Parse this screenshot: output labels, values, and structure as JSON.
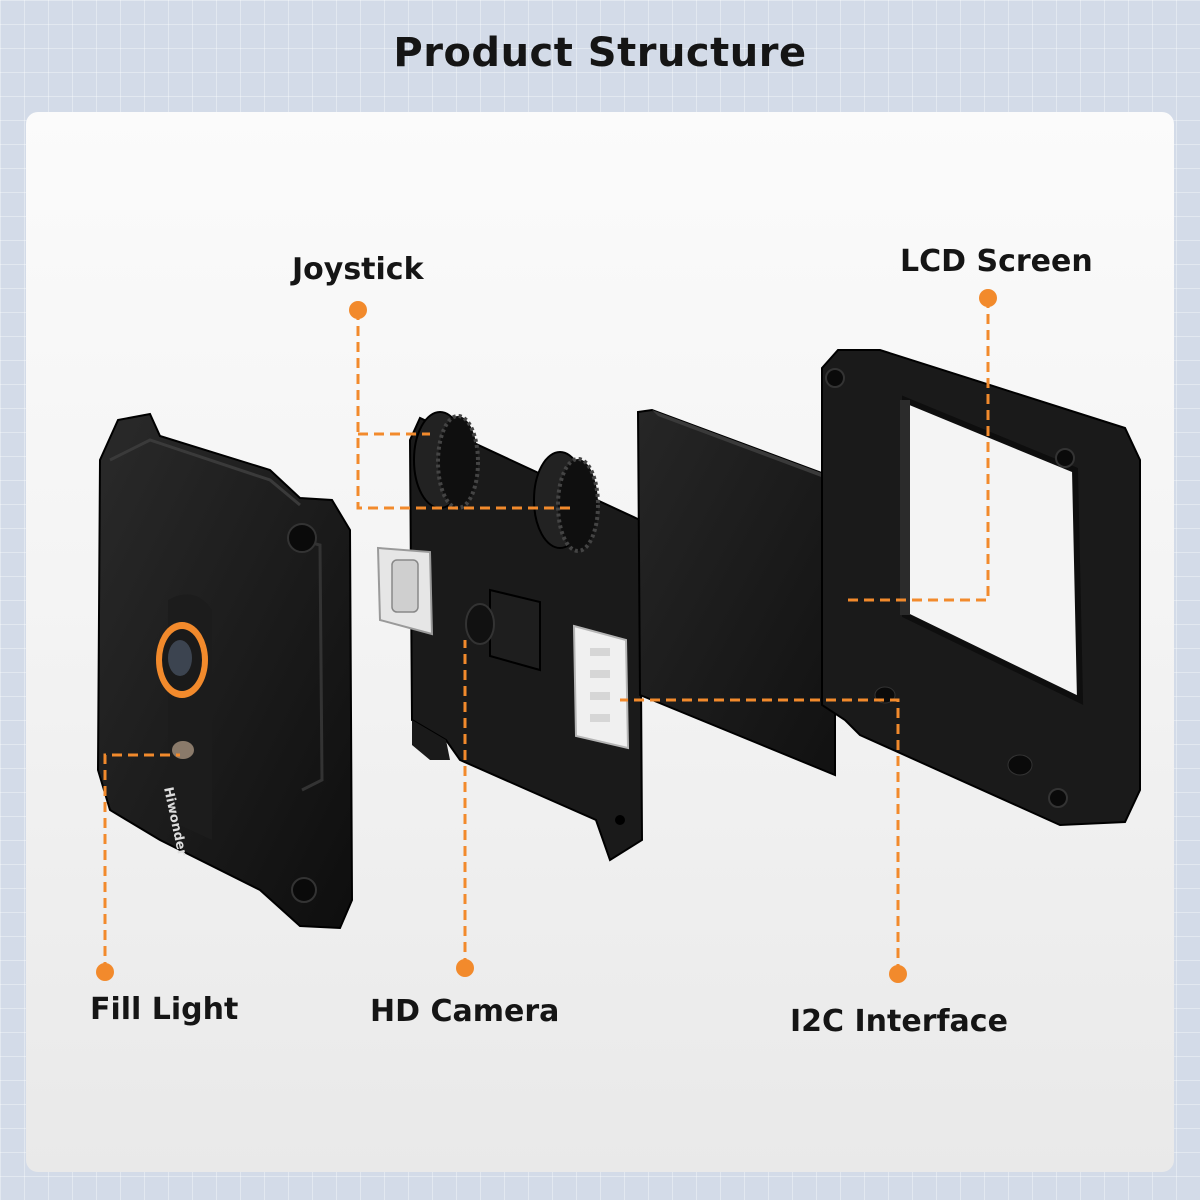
{
  "title": "Product Structure",
  "labels": {
    "joystick": "Joystick",
    "lcd_screen": "LCD Screen",
    "fill_light": "Fill Light",
    "hd_camera": "HD Camera",
    "i2c_interface": "I2C Interface"
  },
  "product": {
    "brand_mark": "Hiwonder"
  },
  "colors": {
    "accent": "#f28a2c",
    "device_body": "#151515",
    "connector": "#f0f0f0",
    "background": "#d3dbe8"
  }
}
